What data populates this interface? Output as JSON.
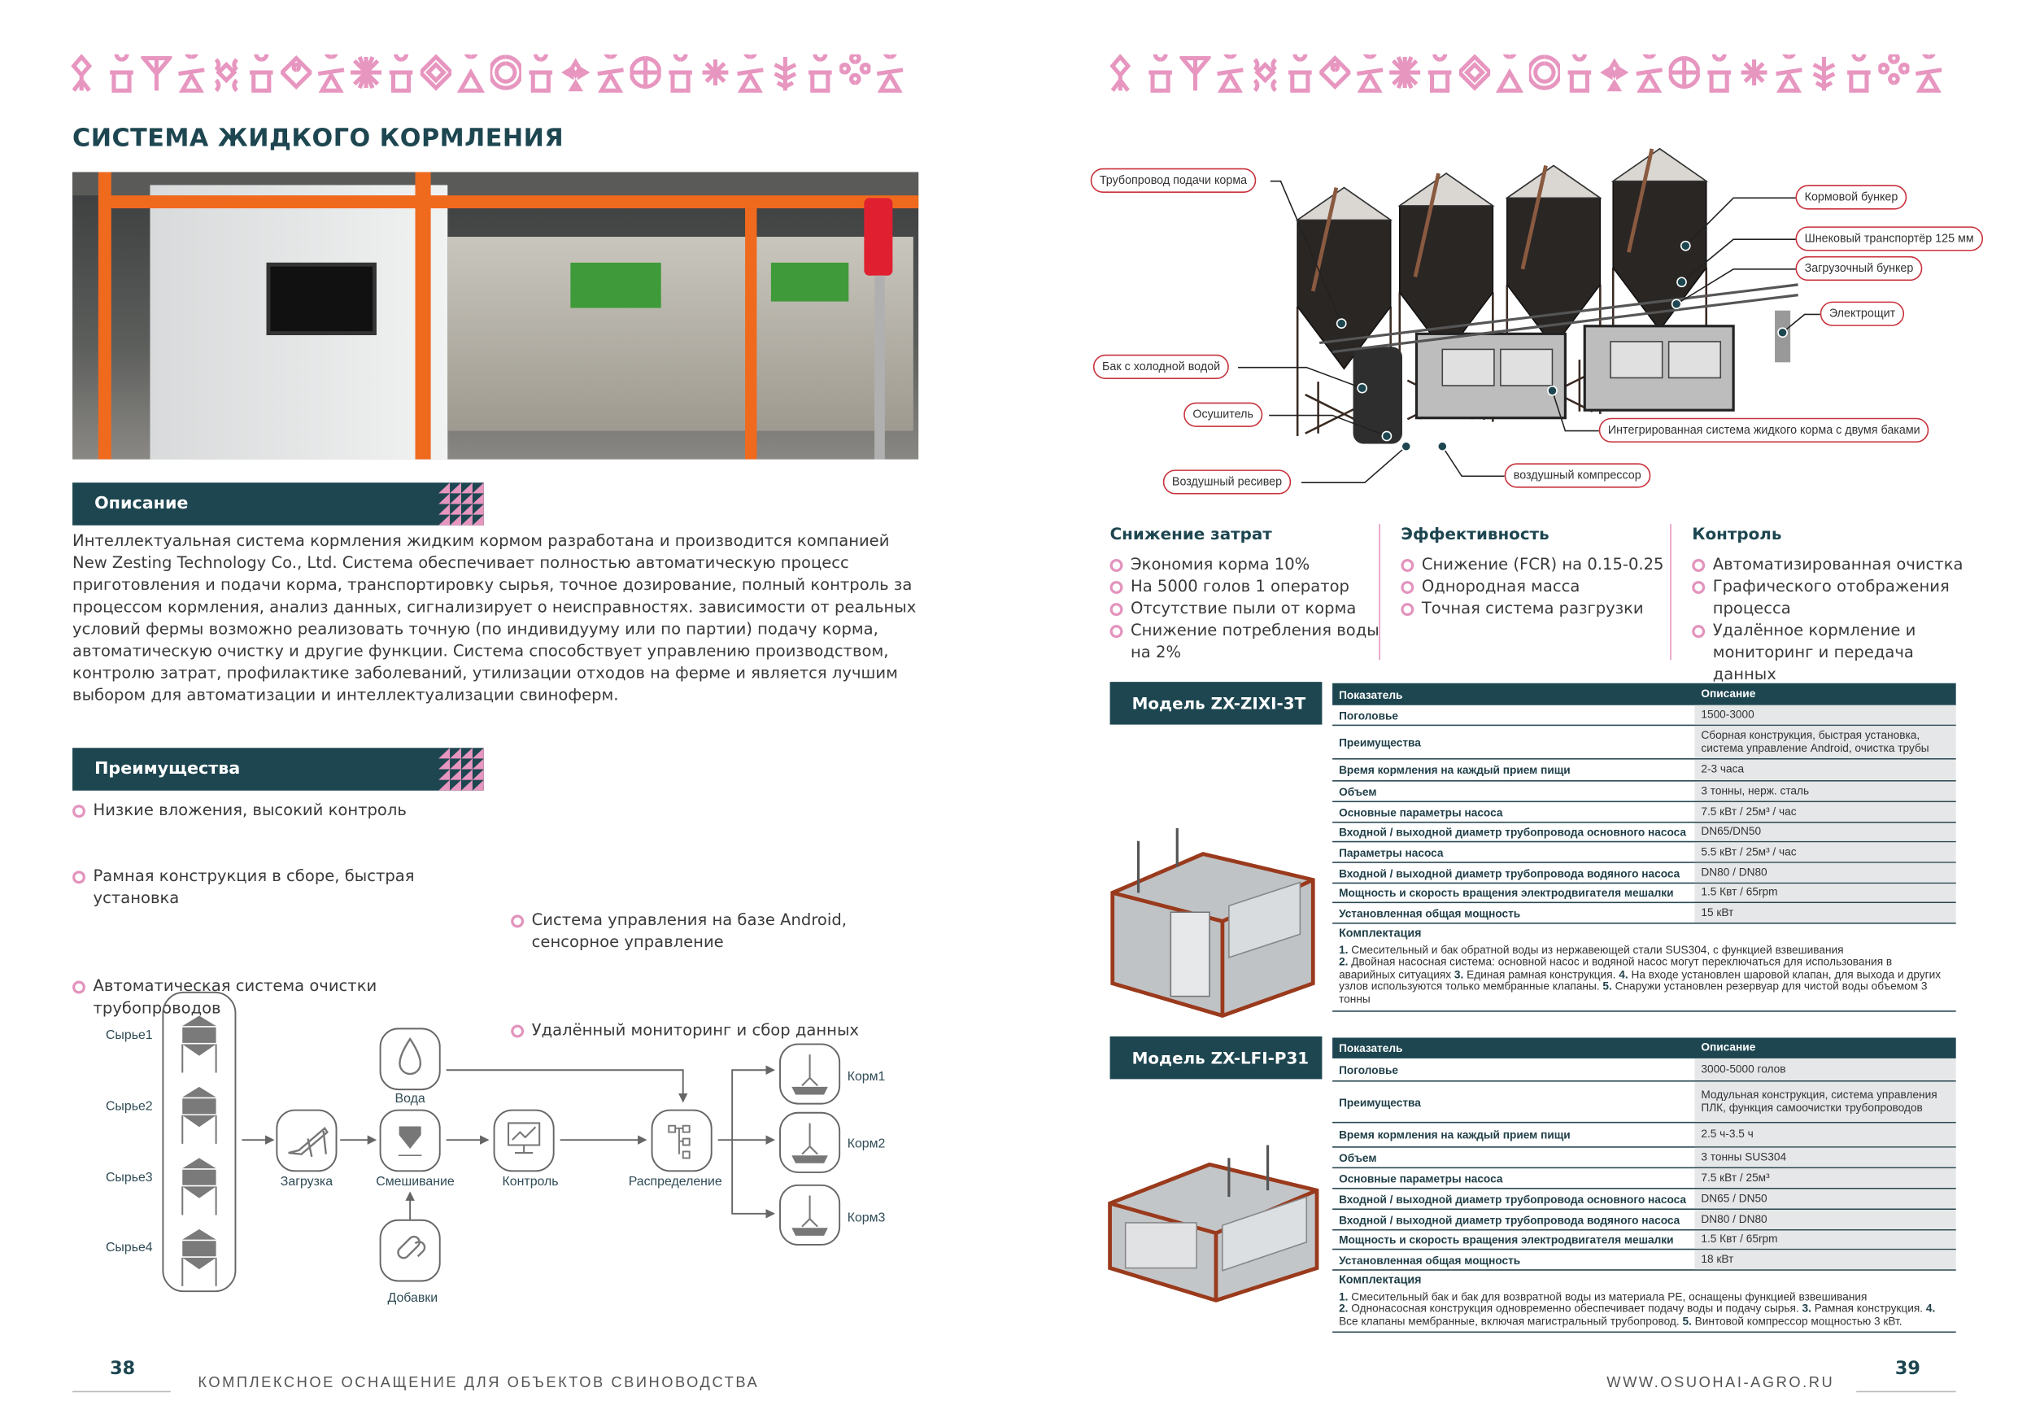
{
  "colors": {
    "teal": "#1d4650",
    "pink": "#e796c0",
    "pill_border": "#c8323c"
  },
  "left": {
    "title": "СИСТЕМА ЖИДКОГО КОРМЛЕНИЯ",
    "description": {
      "heading": "Описание",
      "text": "Интеллектуальная система кормления жидким кормом разработана и производится компанией New Zesting Technology Co., Ltd. Система обеспечивает полностью автоматическую процесс приготовления и подачи корма, транспортировку сырья, точное дозирование, полный контроль за процессом кормления, анализ данных, сигнализирует о неисправностях. зависимости от реальных условий фермы возможно реализовать точную (по индивидууму или по партии) подачу корма, автоматическую очистку и другие функции. Система способствует управлению производством, контролю затрат, профилактике заболеваний, утилизации отходов на ферме и является лучшим выбором для автоматизации и интеллектуализации свиноферм."
    },
    "advantages": {
      "heading": "Преимущества",
      "items": [
        "Низкие вложения, высокий контроль",
        "Рамная конструкция в сборе, быстрая установка",
        "Автоматическая система очистки трубопроводов",
        "Система управления на базе Android, сенсорное управление",
        "Удалённый мониторинг и сбор данных"
      ]
    },
    "flow": {
      "raw": [
        "Сырье1",
        "Сырье2",
        "Сырье3",
        "Сырье4"
      ],
      "loading": "Загрузка",
      "water": "Вода",
      "mixing": "Смешивание",
      "additives": "Добавки",
      "control": "Контроль",
      "distribution": "Распределение",
      "feeds": [
        "Корм1",
        "Корм2",
        "Корм3"
      ]
    },
    "footer": {
      "page": "38",
      "text": "КОМПЛЕКСНОЕ ОСНАЩЕНИЕ ДЛЯ ОБЪЕКТОВ СВИНОВОДСТВА"
    }
  },
  "right": {
    "callouts": {
      "pipeline": "Трубопровод подачи корма",
      "feed_bunker": "Кормовой бункер",
      "auger": "Шнековый транспортёр 125 мм",
      "loading_bunker": "Загрузочный бункер",
      "panel": "Электрощит",
      "cold_tank": "Бак с холодной водой",
      "dryer": "Осушитель",
      "integrated": "Интегрированная система жидкого корма с двумя баками",
      "compressor": "воздушный компрессор",
      "receiver": "Воздушный ресивер"
    },
    "columns": [
      {
        "heading": "Снижение затрат",
        "items": [
          "Экономия корма 10%",
          "На 5000 голов 1 оператор",
          "Отсутствие пыли от корма",
          "Снижение потребления воды на 2%"
        ]
      },
      {
        "heading": "Эффективность",
        "items": [
          "Снижение (FCR) на 0.15-0.25",
          "Однородная масса",
          "Точная система разгрузки"
        ]
      },
      {
        "heading": "Контроль",
        "items": [
          "Автоматизированная очистка",
          "Графического отображения процесса",
          "Удалённое кормление и мониторинг и передача данных"
        ]
      }
    ],
    "models": [
      {
        "name": "Модель ZX-ZIXI-3T",
        "header": [
          "Показатель",
          "Описание"
        ],
        "rows": [
          [
            "Поголовье",
            "1500-3000"
          ],
          [
            "Преимущества",
            "Сборная конструкция, быстрая установка, система управление Android, очистка трубы"
          ],
          [
            "Время кормления на каждый прием пищи",
            "2-3 часа"
          ],
          [
            "Объем",
            "3 тонны, нерж. сталь"
          ],
          [
            "Основные параметры насоса",
            "7.5 кВт / 25м³ / час"
          ],
          [
            "Входной / выходной диаметр трубопровода основного насоса",
            "DN65/DN50"
          ],
          [
            "Параметры насоса",
            "5.5 кВт / 25м³ / час"
          ],
          [
            "Входной / выходной диаметр трубопровода водяного насоса",
            "DN80 / DN80"
          ],
          [
            "Мощность и скорость вращения электродвигателя мешалки",
            "1.5 Квт / 65rpm"
          ],
          [
            "Установленная общая мощность",
            "15 кВт"
          ]
        ],
        "kit_label": "Комплектация",
        "kit": [
          [
            "1.",
            "Смесительный и бак обратной воды из нержавеющей стали SUS304, с функцией взвешивания"
          ],
          [
            "2.",
            "Двойная насосная система: основной насос и водяной насос могут переключаться для использования в аварийных ситуациях"
          ],
          [
            "3.",
            "Единая рамная конструкция."
          ],
          [
            "4.",
            "На входе установлен шаровой клапан, для выхода и других узлов используются только мембранные клапаны."
          ],
          [
            "5.",
            "Снаружи установлен резервуар для чистой воды объемом 3 тонны"
          ]
        ]
      },
      {
        "name": "Модель ZX-LFI-P31",
        "header": [
          "Показатель",
          "Описание"
        ],
        "rows": [
          [
            "Поголовье",
            "3000-5000 голов"
          ],
          [
            "Преимущества",
            "Модульная конструкция, система управления ПЛК, функция самоочистки трубопроводов"
          ],
          [
            "Время кормления на каждый прием пищи",
            "2.5 ч-3.5 ч"
          ],
          [
            "Объем",
            "3 тонны SUS304"
          ],
          [
            "Основные параметры насоса",
            "7.5 кВт / 25м³"
          ],
          [
            "Входной / выходной диаметр трубопровода основного насоса",
            "DN65 / DN50"
          ],
          [
            "Входной / выходной диаметр трубопровода водяного насоса",
            "DN80 / DN80"
          ],
          [
            "Мощность и скорость вращения электродвигателя мешалки",
            "1.5 Квт / 65rpm"
          ],
          [
            "Установленная общая мощность",
            "18 кВт"
          ]
        ],
        "kit_label": "Комплектация",
        "kit": [
          [
            "1.",
            "Смесительный бак и бак для возвратной воды из материала PE, оснащены функцией взвешивания"
          ],
          [
            "2.",
            "Однонасосная конструкция одновременно обеспечивает подачу воды и подачу сырья."
          ],
          [
            "3.",
            "Рамная конструкция."
          ],
          [
            "4.",
            "Все клапаны мембранные, включая магистральный трубопровод."
          ],
          [
            "5.",
            "Винтовой компрессор мощностью 3 кВт."
          ]
        ]
      }
    ],
    "footer": {
      "page": "39",
      "url": "WWW.OSUOHAI-AGRO.RU"
    }
  }
}
